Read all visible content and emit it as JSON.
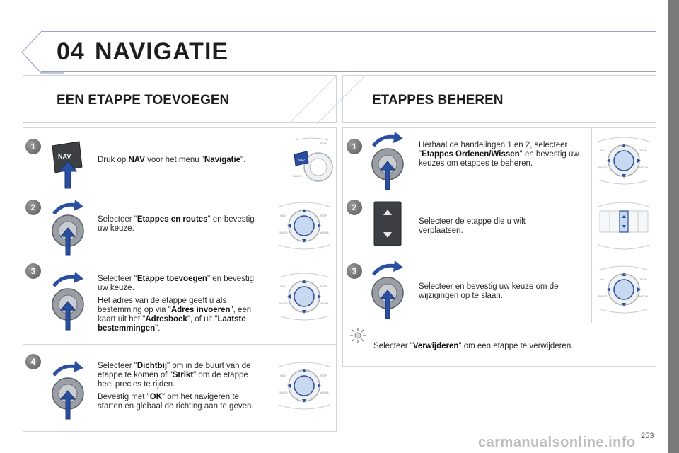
{
  "header": {
    "chapter": "04",
    "title": "NAVIGATIE"
  },
  "left": {
    "title": "EEN ETAPPE TOEVOEGEN",
    "steps": [
      {
        "num": "1",
        "parts": [
          [
            {
              "t": "Druk op ",
              "b": false
            },
            {
              "t": "NAV",
              "b": true
            },
            {
              "t": " voor het menu \"",
              "b": false
            },
            {
              "t": "Navigatie",
              "b": true
            },
            {
              "t": "\".",
              "b": false
            }
          ]
        ],
        "button_label": "NAV"
      },
      {
        "num": "2",
        "parts": [
          [
            {
              "t": "Selecteer \"",
              "b": false
            },
            {
              "t": "Etappes en routes",
              "b": true
            },
            {
              "t": "\" en bevestig uw keuze.",
              "b": false
            }
          ]
        ]
      },
      {
        "num": "3",
        "parts": [
          [
            {
              "t": "Selecteer \"",
              "b": false
            },
            {
              "t": "Etappe toevoegen",
              "b": true
            },
            {
              "t": "\" en bevestig uw keuze.",
              "b": false
            }
          ],
          [
            {
              "t": "Het adres van de etappe geeft u als bestemming op via \"",
              "b": false
            },
            {
              "t": "Adres invoeren",
              "b": true
            },
            {
              "t": "\", een kaart uit het \"",
              "b": false
            },
            {
              "t": "Adresboek",
              "b": true
            },
            {
              "t": "\", of uit \"",
              "b": false
            },
            {
              "t": "Laatste bestemmingen",
              "b": true
            },
            {
              "t": "\".",
              "b": false
            }
          ]
        ]
      },
      {
        "num": "4",
        "parts": [
          [
            {
              "t": "Selecteer \"",
              "b": false
            },
            {
              "t": "Dichtbij",
              "b": true
            },
            {
              "t": "\" om in de buurt van de etappe te komen of \"",
              "b": false
            },
            {
              "t": "Strikt",
              "b": true
            },
            {
              "t": "\" om de etappe heel precies te rijden.",
              "b": false
            }
          ],
          [
            {
              "t": "Bevestig met \"",
              "b": false
            },
            {
              "t": "OK",
              "b": true
            },
            {
              "t": "\" om het navigeren te starten en globaal de richting aan te geven.",
              "b": false
            }
          ]
        ]
      }
    ]
  },
  "right": {
    "title": "ETAPPES BEHEREN",
    "steps": [
      {
        "num": "1",
        "parts": [
          [
            {
              "t": "Herhaal de handelingen 1 en 2, selecteer \"",
              "b": false
            },
            {
              "t": "Etappes Ordenen/Wissen",
              "b": true
            },
            {
              "t": "\" en bevestig uw keuzes om etappes te beheren.",
              "b": false
            }
          ]
        ]
      },
      {
        "num": "2",
        "parts": [
          [
            {
              "t": "Selecteer de etappe die u wilt verplaatsen.",
              "b": false
            }
          ]
        ]
      },
      {
        "num": "3",
        "parts": [
          [
            {
              "t": "Selecteer en bevestig uw keuze om de wijzigingen op te slaan.",
              "b": false
            }
          ]
        ]
      }
    ],
    "tip": [
      {
        "t": "Selecteer \"",
        "b": false
      },
      {
        "t": "Verwijderen",
        "b": true
      },
      {
        "t": "\" om een etappe te verwijderen.",
        "b": false
      }
    ]
  },
  "console": {
    "nav": "NAV",
    "traf": "TRAF",
    "radio": "RADIO",
    "media": "MEDIA"
  },
  "footer": {
    "page": "253",
    "watermark": "carmanualsonline.info"
  },
  "colors": {
    "accent_blue": "#2a4fa0",
    "knob": "#8a8f96",
    "header_line": "#9aa3c2"
  }
}
